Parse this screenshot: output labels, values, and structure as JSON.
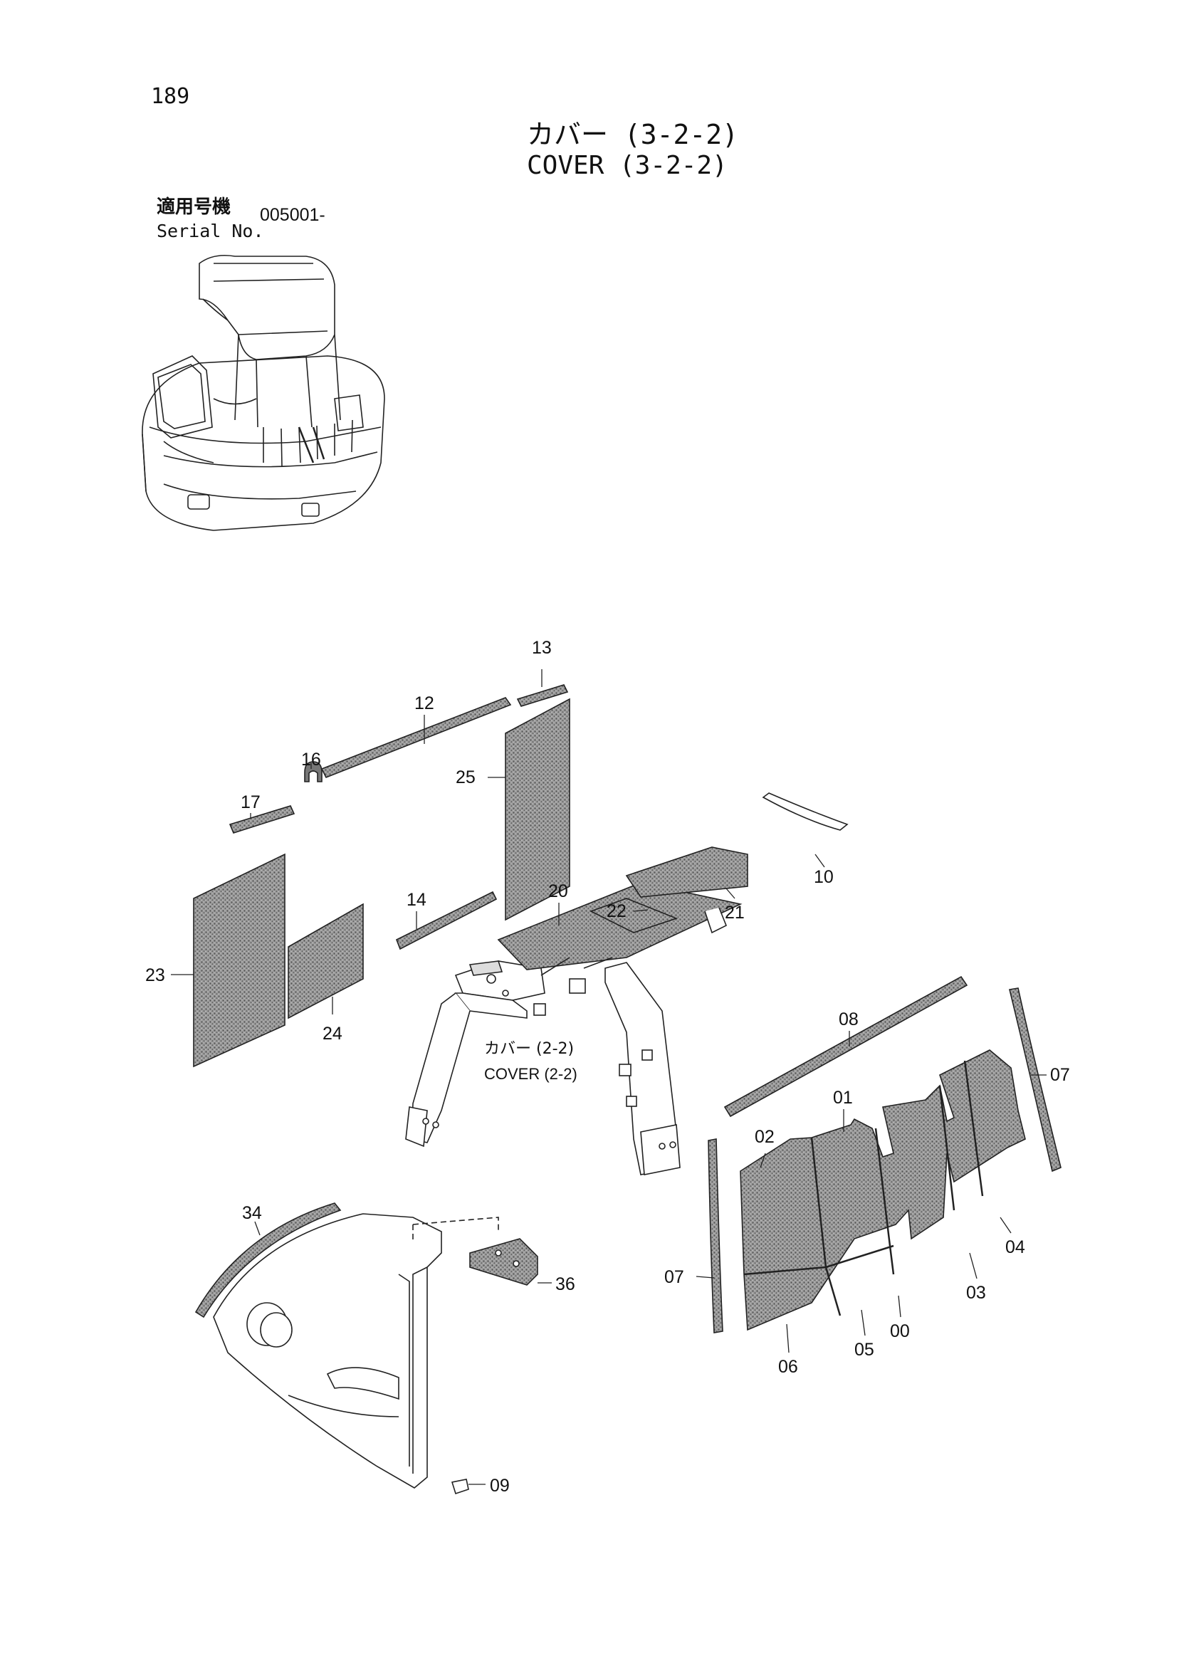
{
  "page_number": "189",
  "title": {
    "jp": "カバー (3-2-2)",
    "en": "COVER (3-2-2)"
  },
  "serial": {
    "label_jp": "適用号機",
    "label_en": "Serial No.",
    "value": "005001-"
  },
  "cross_reference": {
    "jp": "カバー (2-2)",
    "en": "COVER (2-2)"
  },
  "callouts": {
    "c13": "13",
    "c12": "12",
    "c16": "16",
    "c17": "17",
    "c25": "25",
    "c10": "10",
    "c14": "14",
    "c20": "20",
    "c22": "22",
    "c21": "21",
    "c23": "23",
    "c24": "24",
    "c08": "08",
    "c07a": "07",
    "c01": "01",
    "c02": "02",
    "c07b": "07",
    "c04": "04",
    "c03": "03",
    "c00": "00",
    "c05": "05",
    "c06": "06",
    "c34": "34",
    "c36": "36",
    "c09": "09"
  },
  "icons": [
    "overview-machine-icon",
    "frame-assembly-icon",
    "side-cover-icon"
  ]
}
